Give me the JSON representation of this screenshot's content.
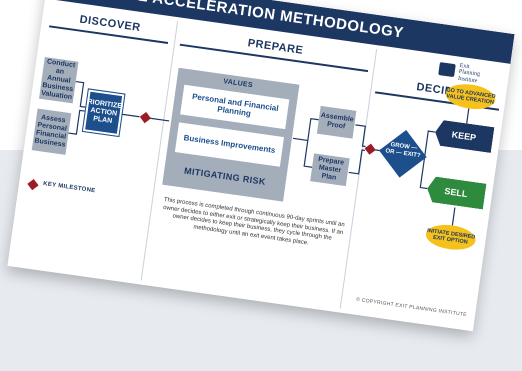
{
  "title": "THE VALUE ACCELERATION METHODOLOGY",
  "columns": {
    "discover": "DISCOVER",
    "prepare": "PREPARE",
    "decide": "DECIDE"
  },
  "logo": {
    "line1": "Exit",
    "line2": "Planning",
    "line3": "Institute"
  },
  "discover": {
    "box1": "Conduct an Annual Business Valuation",
    "box2": "Assess Personal Financial Business",
    "action_plan": "PRIORITIZED ACTION PLAN"
  },
  "prepare": {
    "values_label": "VALUES",
    "box1": "Personal and Financial Planning",
    "box2": "Business Improvements",
    "mitigating": "MITIGATING RISK",
    "assemble": "Assemble Proof",
    "master": "Prepare Master Plan",
    "note": "This process is completed through continuous 90-day sprints until an owner decides to either exit or strategically keep their business. If an owner decides to keep their business, they cycle through the methodology until an exit event takes place."
  },
  "decide": {
    "decision": "GROW — OR — EXIT?",
    "keep": "KEEP",
    "sell": "SELL",
    "advanced": "GO TO ADVANCED VALUE CREATION",
    "initiate": "INITIATE DESIRED EXIT OPTION"
  },
  "key_milestone": "KEY MILESTONE",
  "copyright": "© COPYRIGHT EXIT PLANNING INSTITUTE",
  "colors": {
    "navy": "#1d3763",
    "blue": "#1d4f8c",
    "gray": "#a4aebb",
    "milestone": "#9b1c24",
    "keep": "#1d3763",
    "sell": "#2e8b3e",
    "yellow": "#f5c11a"
  }
}
